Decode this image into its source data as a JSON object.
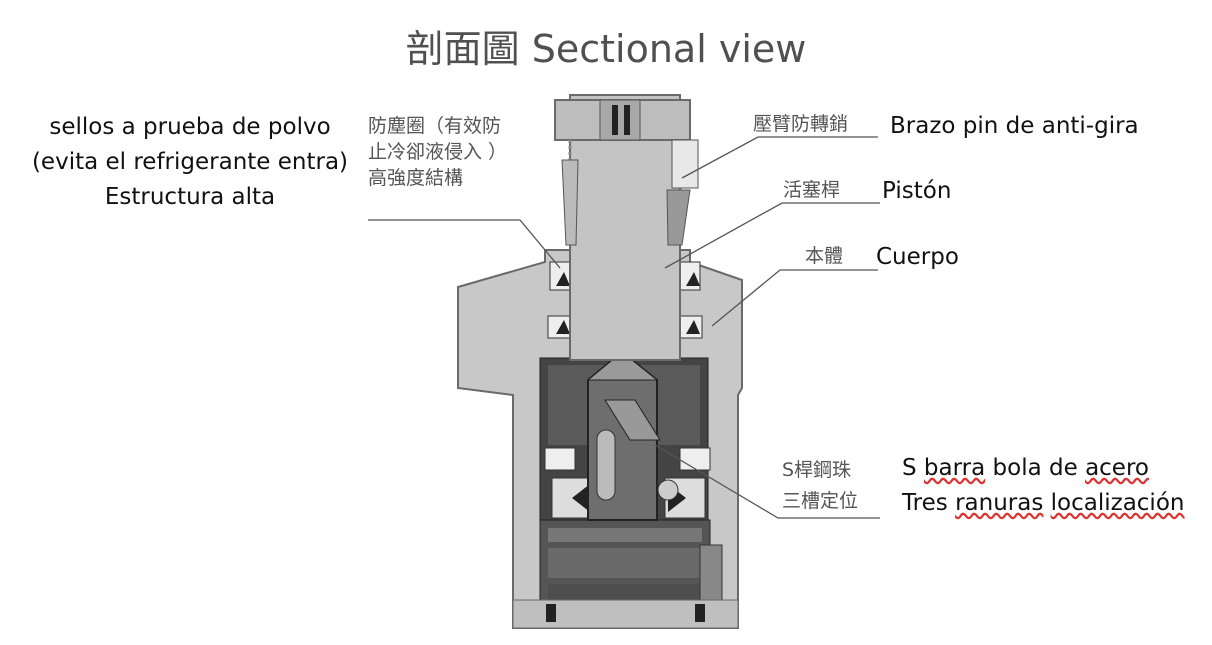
{
  "title": "剖面圖 Sectional view",
  "labels": {
    "dust_seal_zh": [
      "防塵圈（有效防",
      "止冷卻液侵入 ）",
      "高強度結構"
    ],
    "dust_seal_es": [
      "sellos a prueba de polvo",
      "(evita el refrigerante entra)",
      "Estructura alta"
    ],
    "anti_rotation_zh": "壓臂防轉銷",
    "anti_rotation_es": "Brazo pin de anti-gira",
    "piston_zh": "活塞桿",
    "piston_es": "Pistón",
    "body_zh": "本體",
    "body_es": "Cuerpo",
    "ball_zh": [
      "S桿鋼珠",
      "三槽定位"
    ],
    "ball_es_line1": {
      "prefix": "S ",
      "w1": "barra",
      "mid1": " bola de ",
      "w2": "acero"
    },
    "ball_es_line2": {
      "prefix": "Tres ",
      "w1": "ranuras",
      "mid1": " ",
      "w2": "localización"
    }
  }
}
